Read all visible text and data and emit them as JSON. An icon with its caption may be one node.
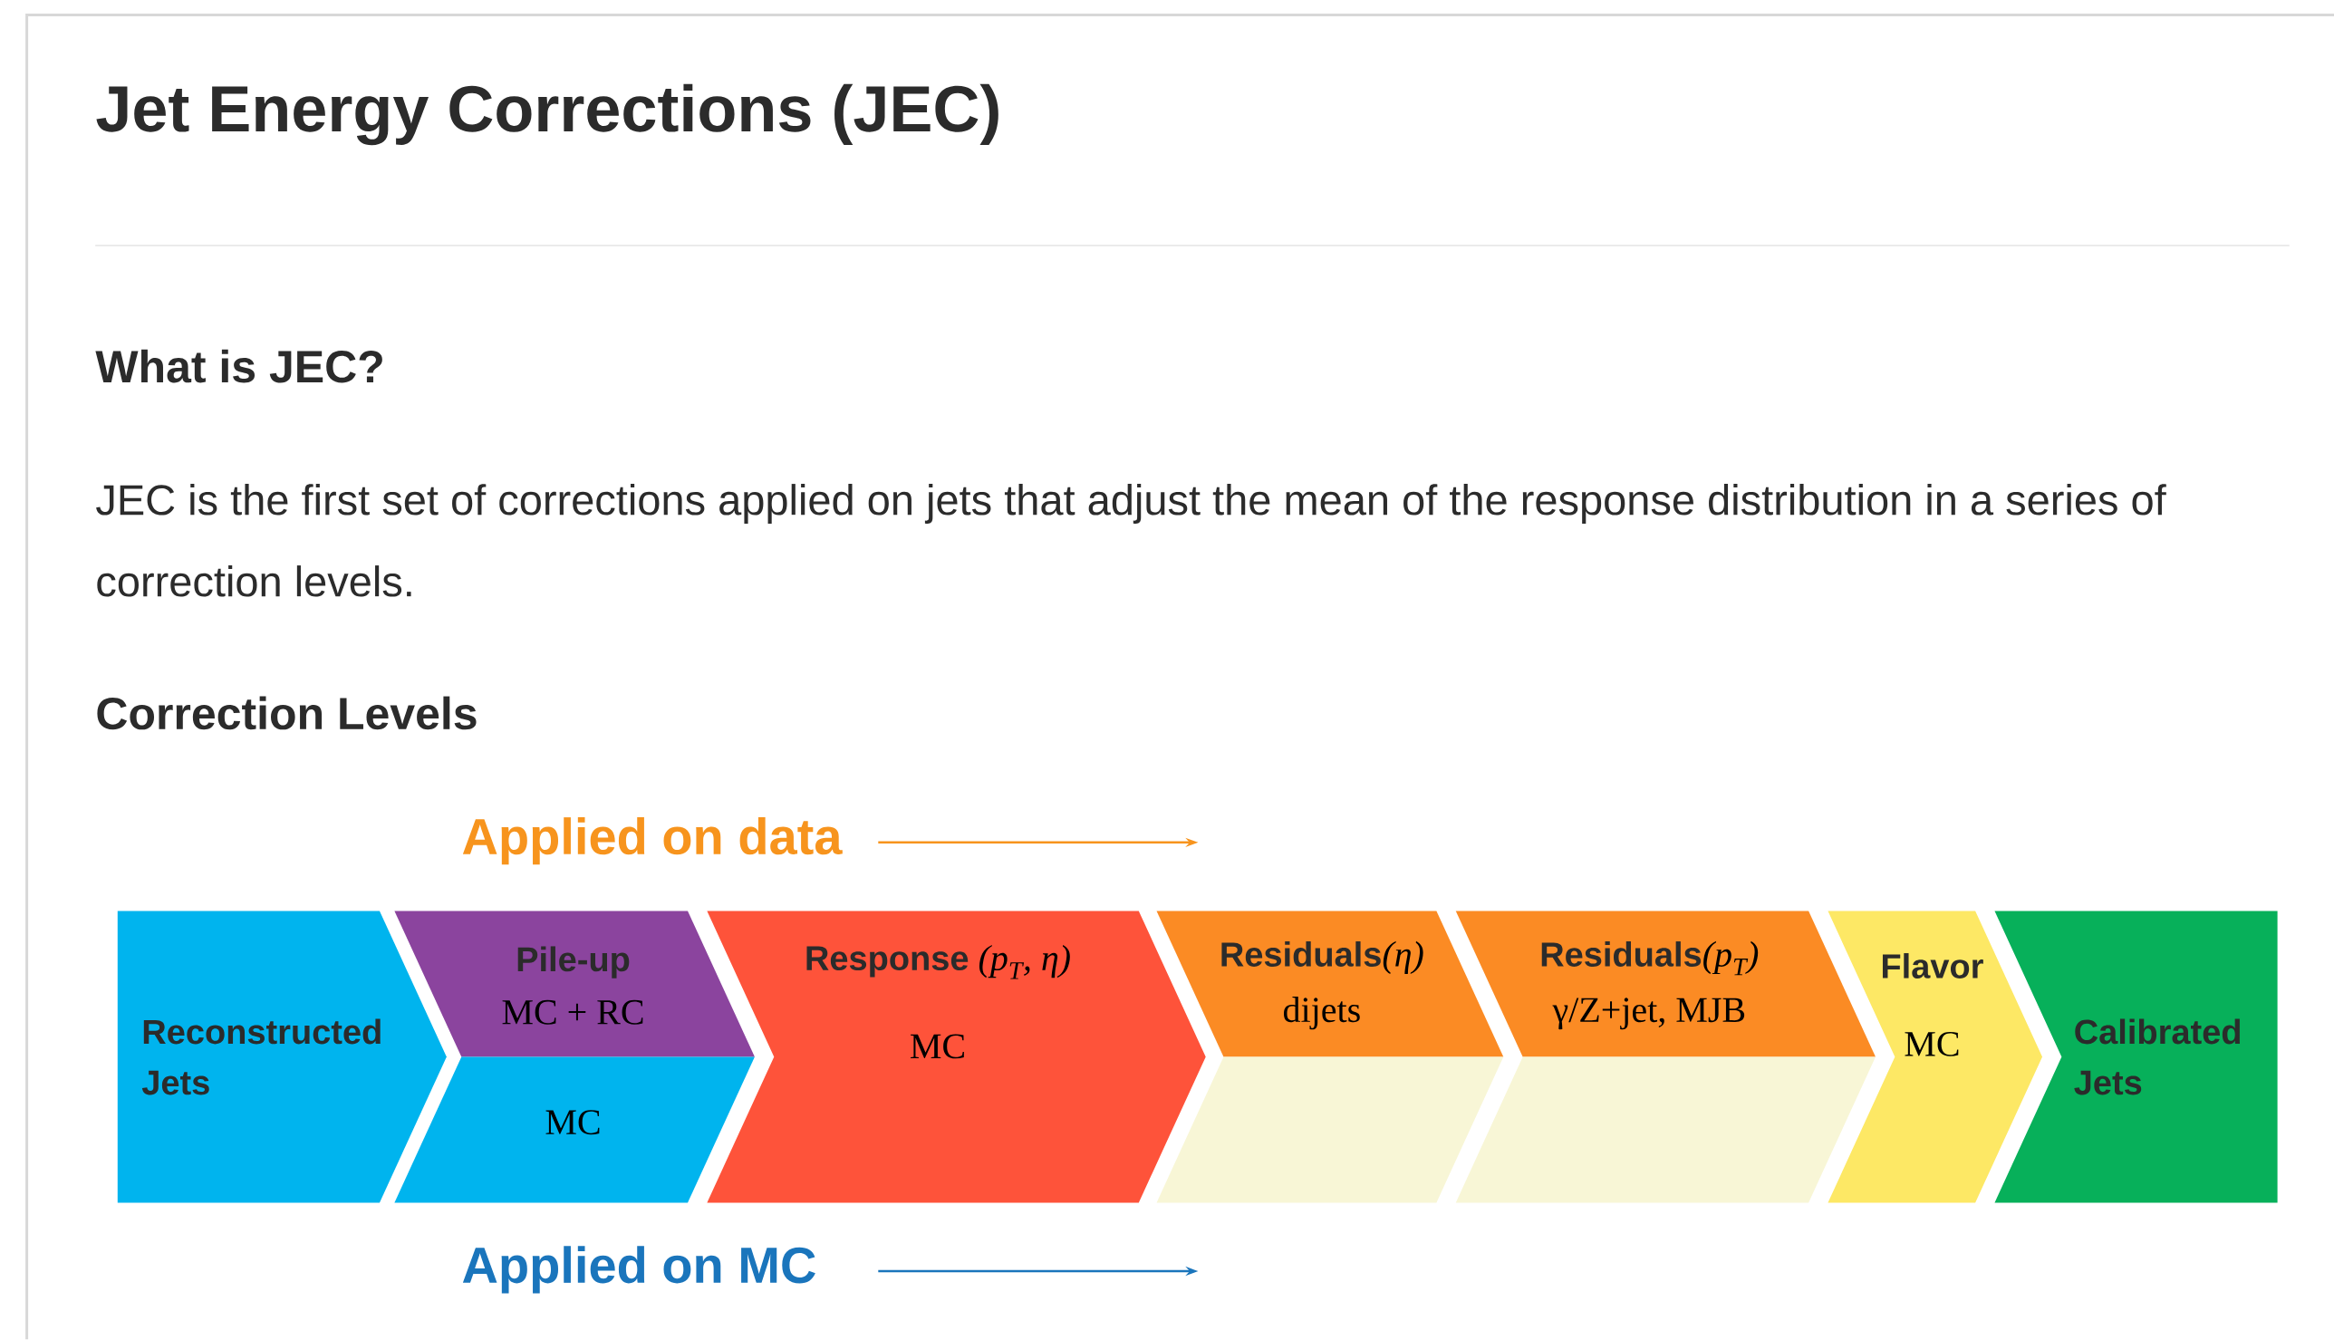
{
  "diagram": {
    "title": "Jet Energy Corrections (JEC)",
    "nodes": [
      {
        "text": [
          "Reconstructed Jets"
        ]
      },
      {
        "text": [
          "Pile-up",
          "MC + RC"
        ]
      },
      {
        "text": [
          "MC"
        ]
      },
      {
        "text": [
          "Response",
          "(p$_{T}$, η)",
          "MC"
        ]
      },
      {
        "text": [
          "Residuals",
          "(η)",
          "dijets"
        ]
      },
      {
        "text": [],
        "shape": "box"
      },
      {
        "text": [
          "Residuals",
          "(p$_{T}$)",
          "γ/Z+jet, MJB"
        ]
      },
      {
        "text": [],
        "shape": "box"
      },
      {
        "text": [
          "Flavor",
          "MC"
        ]
      },
      {
        "text": [
          "Calibrated Jets"
        ]
      }
    ],
    "labels": [
      "What is JEC?",
      "JEC is the first set of corrections applied on jets that adjust the mean of the response distribution in a series of correction levels.",
      "Correction Levels",
      "Applied on data",
      "Applied on MC"
    ]
  }
}
